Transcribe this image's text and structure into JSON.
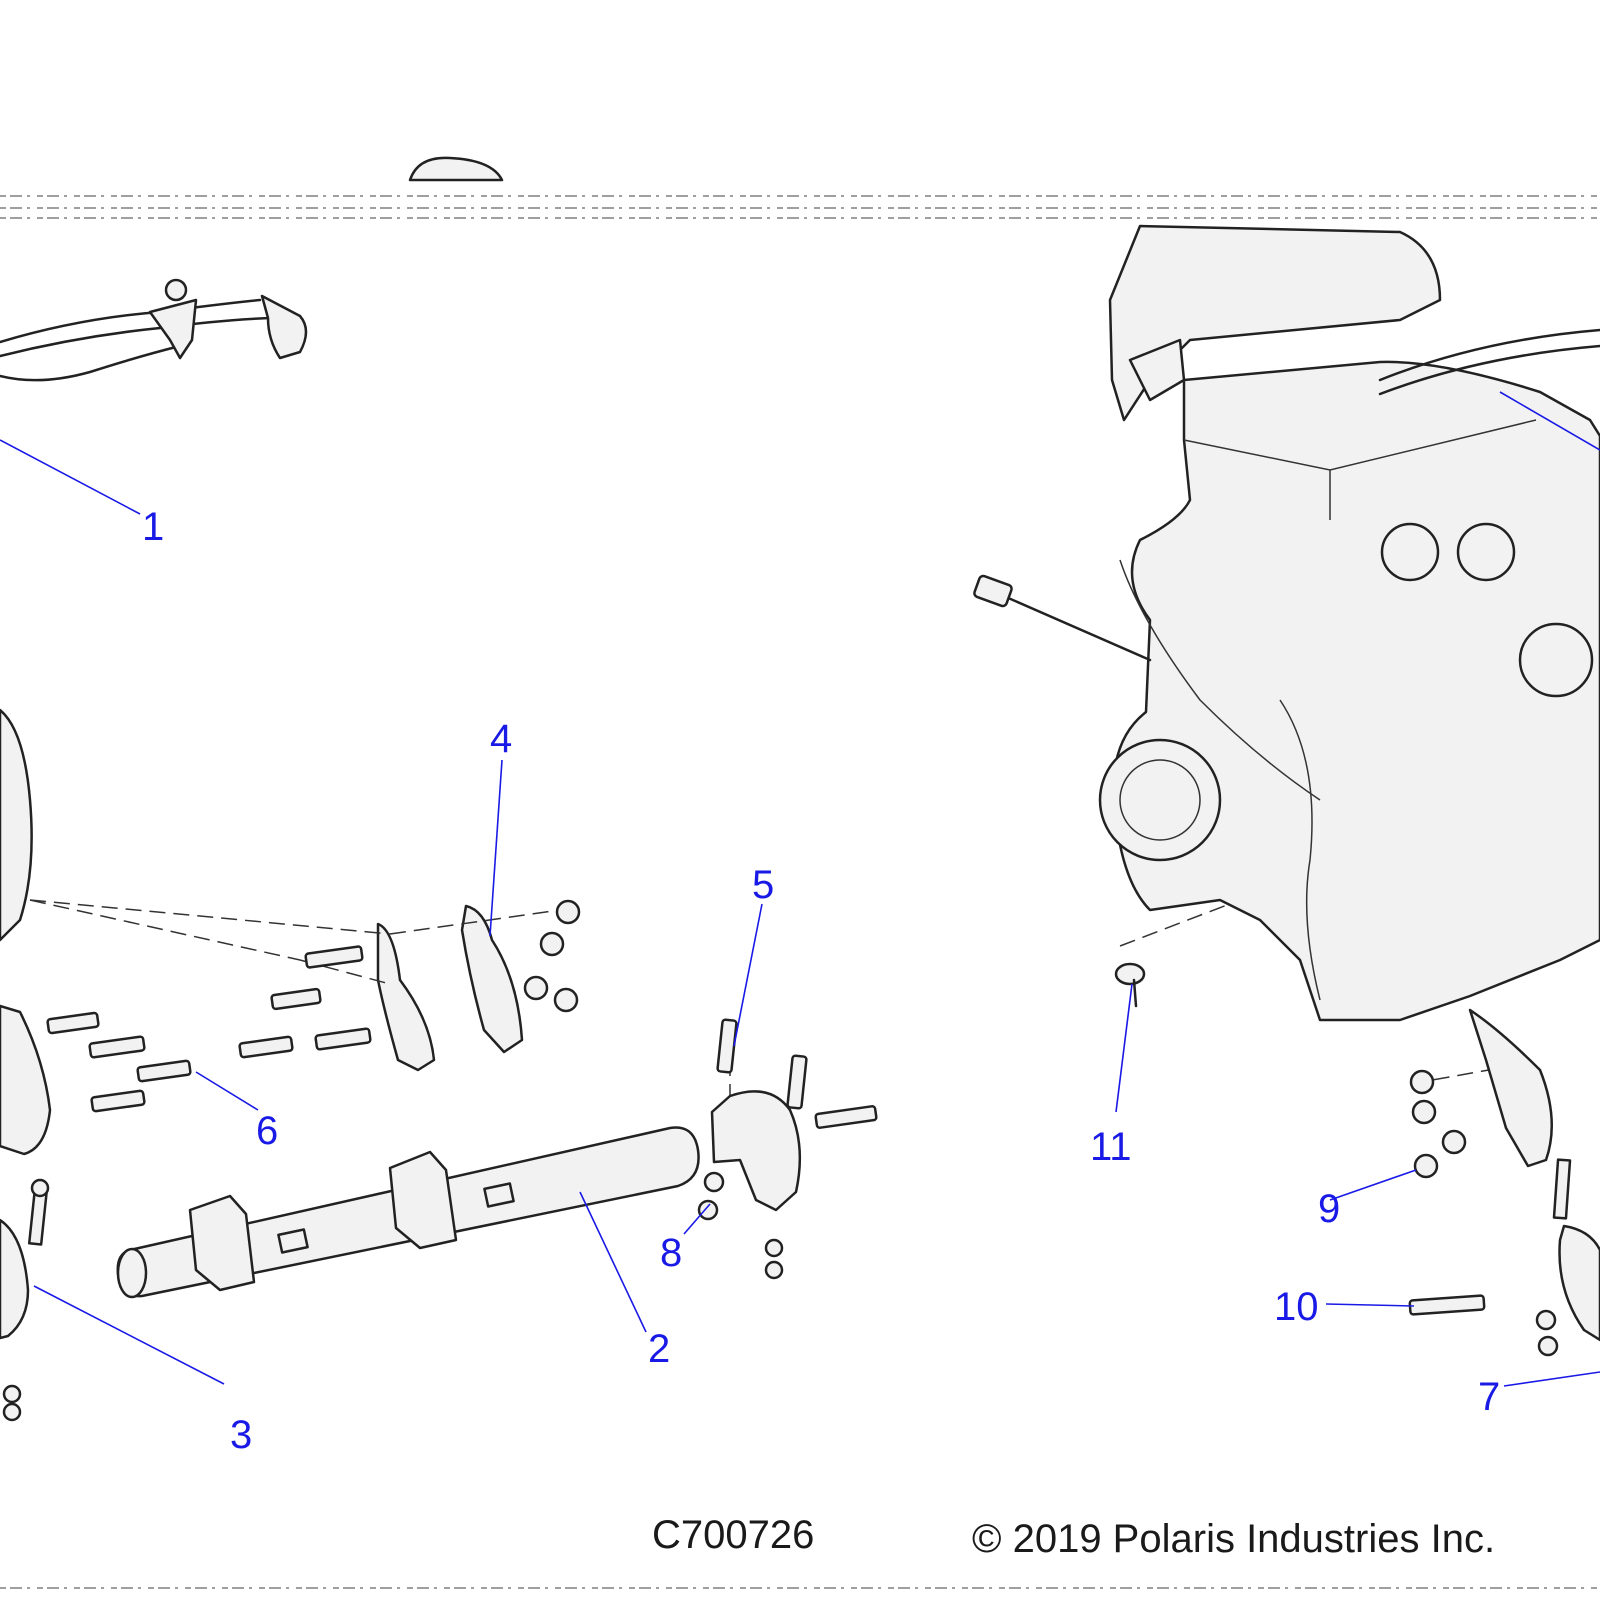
{
  "callouts": [
    {
      "id": "1",
      "label": "1"
    },
    {
      "id": "2",
      "label": "2"
    },
    {
      "id": "3",
      "label": "3"
    },
    {
      "id": "4",
      "label": "4"
    },
    {
      "id": "5",
      "label": "5"
    },
    {
      "id": "6",
      "label": "6"
    },
    {
      "id": "7",
      "label": "7"
    },
    {
      "id": "8",
      "label": "8"
    },
    {
      "id": "9",
      "label": "9"
    },
    {
      "id": "10",
      "label": "10"
    },
    {
      "id": "11",
      "label": "11"
    }
  ],
  "footer": {
    "drawing_number": "C700726",
    "copyright": "© 2019 Polaris Industries Inc."
  },
  "colors": {
    "callout": "#1a1ae6",
    "line": "#222222",
    "fill": "#f2f2f2"
  }
}
